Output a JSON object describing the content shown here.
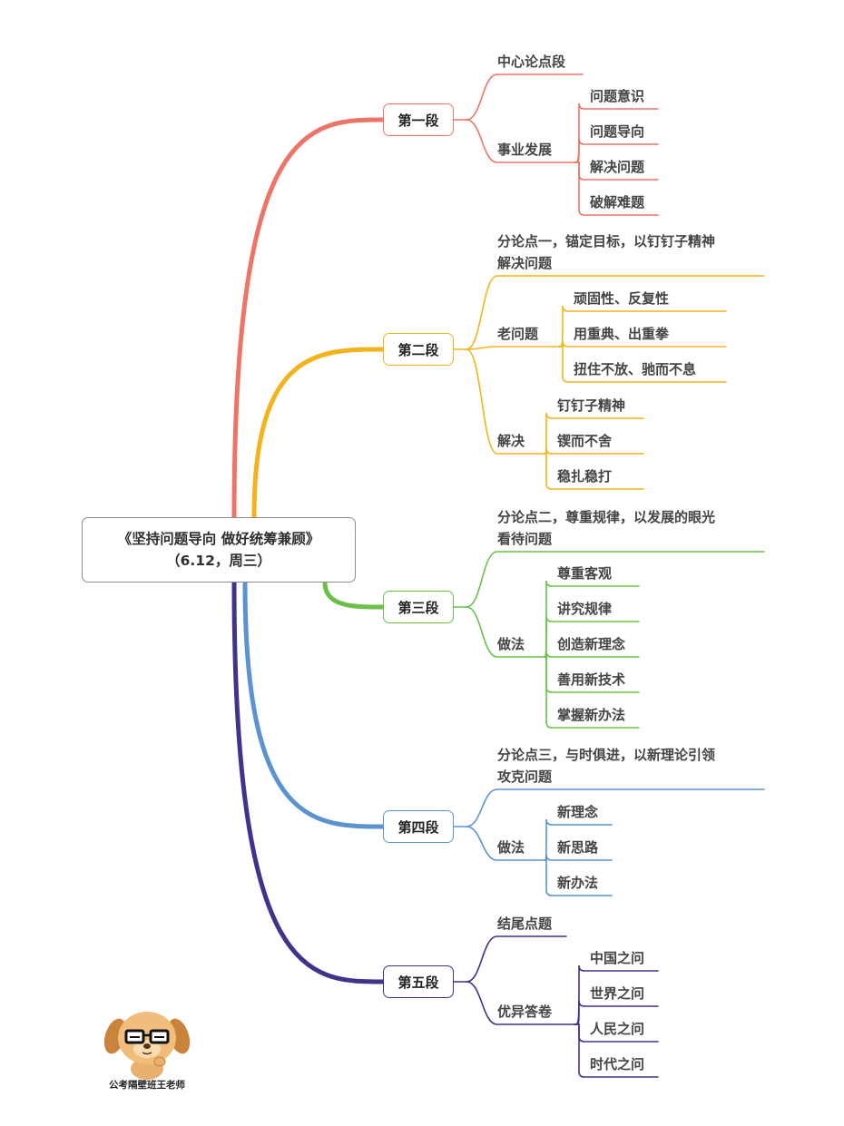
{
  "central": {
    "title": "《坚持问题导向 做好统筹兼顾》",
    "date": "（6.12，周三）"
  },
  "colors": {
    "seg1": "#ef7468",
    "seg2": "#f3b31c",
    "seg3": "#6cc04a",
    "seg4": "#5b93d1",
    "seg5": "#3f348a"
  },
  "segments": [
    {
      "label": "第一段",
      "branches": [
        {
          "text": "中心论点段",
          "items": []
        },
        {
          "text": "事业发展",
          "items": [
            "问题意识",
            "问题导向",
            "解决问题",
            "破解难题"
          ]
        }
      ]
    },
    {
      "label": "第二段",
      "branches": [
        {
          "text": [
            "分论点一，锚定目标，以钉钉子精神",
            "解决问题"
          ],
          "items": []
        },
        {
          "text": "老问题",
          "items": [
            "顽固性、反复性",
            "用重典、出重拳",
            "扭住不放、驰而不息"
          ]
        },
        {
          "text": "解决",
          "items": [
            "钉钉子精神",
            "锲而不舍",
            "稳扎稳打"
          ]
        }
      ]
    },
    {
      "label": "第三段",
      "branches": [
        {
          "text": [
            "分论点二，尊重规律，以发展的眼光",
            "看待问题"
          ],
          "items": []
        },
        {
          "text": "做法",
          "items": [
            "尊重客观",
            "讲究规律",
            "创造新理念",
            "善用新技术",
            "掌握新办法"
          ]
        }
      ]
    },
    {
      "label": "第四段",
      "branches": [
        {
          "text": [
            "分论点三，与时俱进，以新理论引领",
            "攻克问题"
          ],
          "items": []
        },
        {
          "text": "做法",
          "items": [
            "新理念",
            "新思路",
            "新办法"
          ]
        }
      ]
    },
    {
      "label": "第五段",
      "branches": [
        {
          "text": "结尾点题",
          "items": []
        },
        {
          "text": "优异答卷",
          "items": [
            "中国之问",
            "世界之问",
            "人民之问",
            "时代之问"
          ]
        }
      ]
    }
  ],
  "watermark": "公考隔壁班王老师"
}
